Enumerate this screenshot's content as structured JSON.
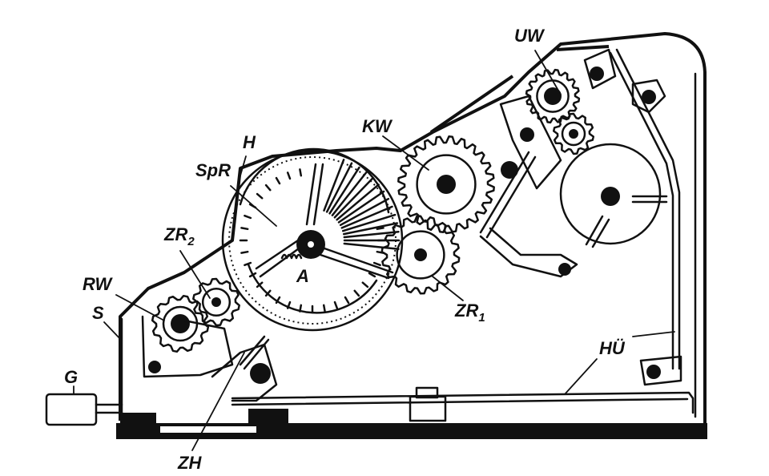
{
  "labels": {
    "UW": "UW",
    "KW": "KW",
    "H": "H",
    "SpR": "SpR",
    "ZR2_main": "ZR",
    "ZR2_sub": "2",
    "RW": "RW",
    "S": "S",
    "A": "A",
    "ZR1_main": "ZR",
    "ZR1_sub": "1",
    "HU": "HÜ",
    "G": "G",
    "ZH": "ZH"
  },
  "colors": {
    "ink": "#111111",
    "paper": "#ffffff"
  },
  "gears": [
    {
      "id": "gear-UW",
      "label": "UW",
      "teeth": 16
    },
    {
      "id": "gear-UW-small",
      "label": "UW",
      "teeth": 10
    },
    {
      "id": "gear-KW",
      "label": "KW",
      "teeth": 24
    },
    {
      "id": "gear-ZR1",
      "label": "ZR1",
      "teeth": 18
    },
    {
      "id": "gear-ZR2",
      "label": "ZR2",
      "teeth": 10
    },
    {
      "id": "gear-RW",
      "label": "RW",
      "teeth": 12
    }
  ]
}
